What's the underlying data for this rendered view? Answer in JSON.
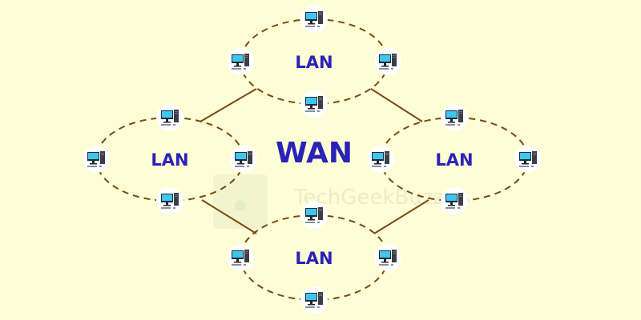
{
  "diagram": {
    "center_label": "WAN",
    "watermark": "TechGeekBuzz",
    "networks": [
      {
        "id": "lan-top",
        "label": "LAN",
        "nodes": [
          "computer",
          "computer",
          "computer",
          "computer"
        ]
      },
      {
        "id": "lan-left",
        "label": "LAN",
        "nodes": [
          "computer",
          "computer",
          "computer",
          "computer"
        ]
      },
      {
        "id": "lan-right",
        "label": "LAN",
        "nodes": [
          "computer",
          "computer",
          "computer",
          "computer"
        ]
      },
      {
        "id": "lan-bottom",
        "label": "LAN",
        "nodes": [
          "computer",
          "computer",
          "computer",
          "computer"
        ]
      }
    ],
    "links": [
      {
        "from": "lan-left",
        "to": "lan-top"
      },
      {
        "from": "lan-top",
        "to": "lan-right"
      },
      {
        "from": "lan-left",
        "to": "lan-bottom"
      },
      {
        "from": "lan-bottom",
        "to": "lan-right"
      }
    ]
  },
  "colors": {
    "background": "#fdfdd6",
    "label": "#2b22b8",
    "link": "#7a4a12",
    "screen": "#3ec6f0",
    "node_bg": "#ffffff"
  },
  "icons": {
    "node": "computer-icon"
  }
}
